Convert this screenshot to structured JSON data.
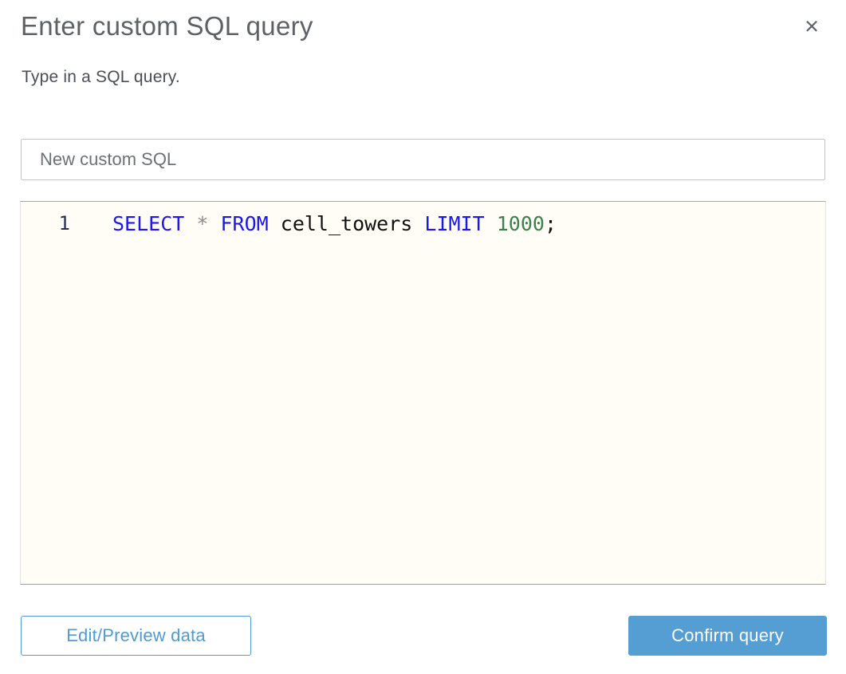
{
  "dialog": {
    "title": "Enter custom SQL query",
    "subtitle": "Type in a SQL query.",
    "close_glyph": "×",
    "name_input": {
      "value": "New custom SQL"
    },
    "editor": {
      "lines": [
        {
          "number": "1",
          "tokens": [
            {
              "text": "SELECT",
              "type": "keyword"
            },
            {
              "text": " ",
              "type": "plain"
            },
            {
              "text": "*",
              "type": "operator"
            },
            {
              "text": " ",
              "type": "plain"
            },
            {
              "text": "FROM",
              "type": "keyword"
            },
            {
              "text": " cell_towers ",
              "type": "plain"
            },
            {
              "text": "LIMIT",
              "type": "keyword"
            },
            {
              "text": " ",
              "type": "plain"
            },
            {
              "text": "1000",
              "type": "number"
            },
            {
              "text": ";",
              "type": "plain"
            }
          ]
        }
      ]
    },
    "buttons": {
      "edit_preview": "Edit/Preview data",
      "confirm": "Confirm query"
    },
    "colors": {
      "keyword_blue": "#1a18ef",
      "number_green": "#3f7f4f",
      "operator_gray": "#8c8c8c",
      "text_black": "#101010",
      "line_number": "#263050",
      "accent_blue": "#549ed3",
      "editor_background": "#fffdf5"
    }
  }
}
